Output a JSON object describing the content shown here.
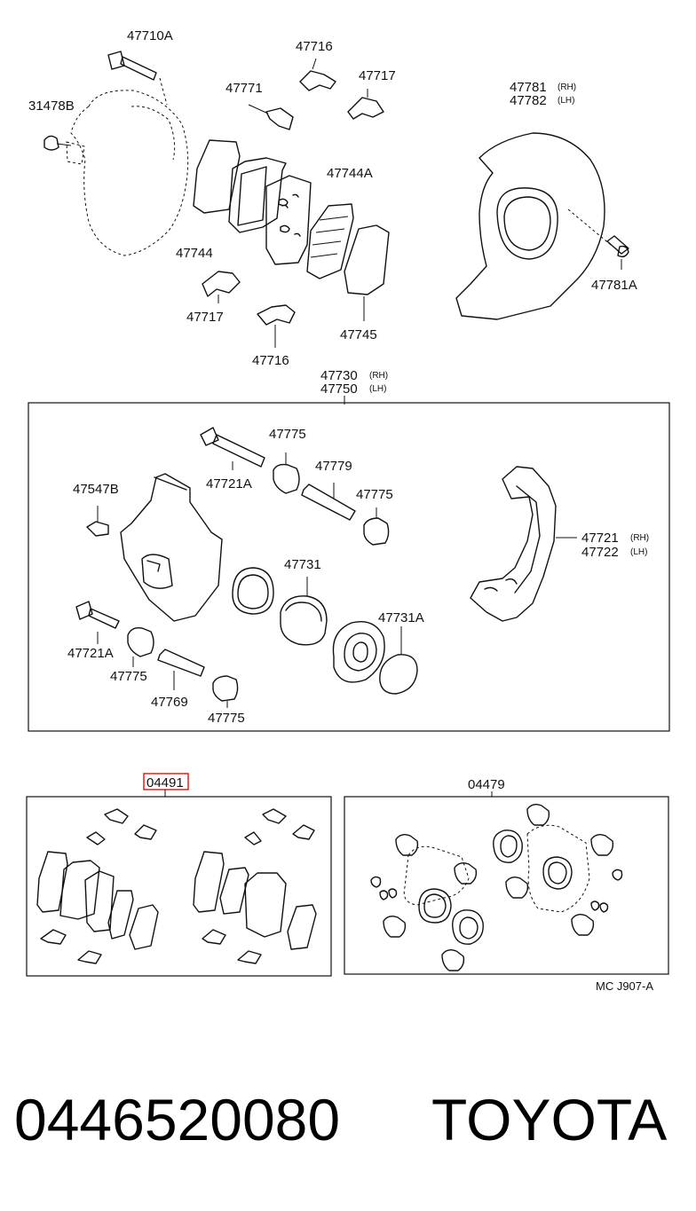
{
  "labels": {
    "l47710A": "47710A",
    "l31478B": "31478B",
    "l47716a": "47716",
    "l47771": "47771",
    "l47717a": "47717",
    "l47744A": "47744A",
    "l47744": "47744",
    "l47717b": "47717",
    "l47716b": "47716",
    "l47745": "47745",
    "l47781": "47781",
    "l47782": "47782",
    "l47781A": "47781A",
    "l47730": "47730",
    "l47750": "47750",
    "l47721A_top": "47721A",
    "l47775_a": "47775",
    "l47779": "47779",
    "l47775_b": "47775",
    "l47547B": "47547B",
    "l47721": "47721",
    "l47722": "47722",
    "l47731": "47731",
    "l47731A": "47731A",
    "l47721A_bot": "47721A",
    "l47775_c": "47775",
    "l47769": "47769",
    "l47775_d": "47775",
    "l04491": "04491",
    "l04479": "04479",
    "ref": "MC J907-A"
  },
  "sides": {
    "rh": "(RH)",
    "lh": "(LH)"
  },
  "footer": {
    "part_number": "0446520080",
    "brand": "TOYOTA"
  },
  "colors": {
    "highlight": "#dd1111",
    "line": "#111111"
  }
}
